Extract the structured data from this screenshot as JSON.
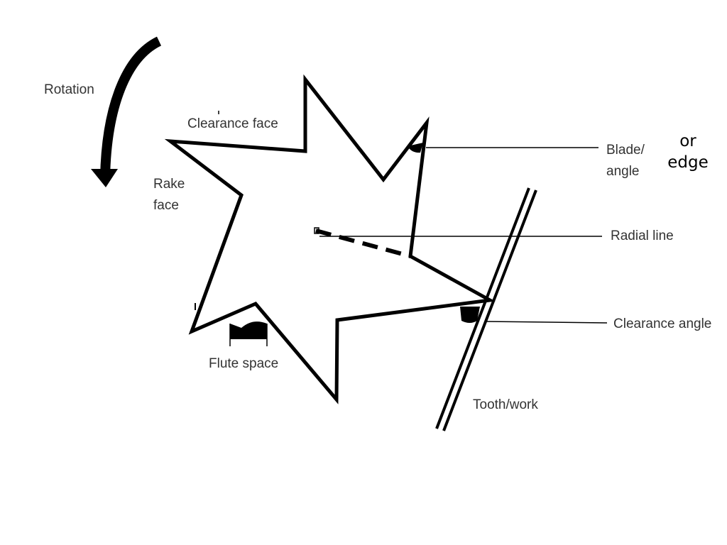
{
  "labels": {
    "rotation": "Rotation",
    "clearance_face": "Clearance face",
    "rake_face": "Rake\nface",
    "flute_space": "Flute space",
    "blade_angle": "Blade/\nangle",
    "or_edge": "or\nedge",
    "radial_line": "Radial line",
    "clearance_angle": "Clearance angle",
    "tooth_work": "Tooth/work"
  },
  "colors": {
    "ink": "#000000",
    "label": "#333333",
    "background": "#ffffff"
  }
}
